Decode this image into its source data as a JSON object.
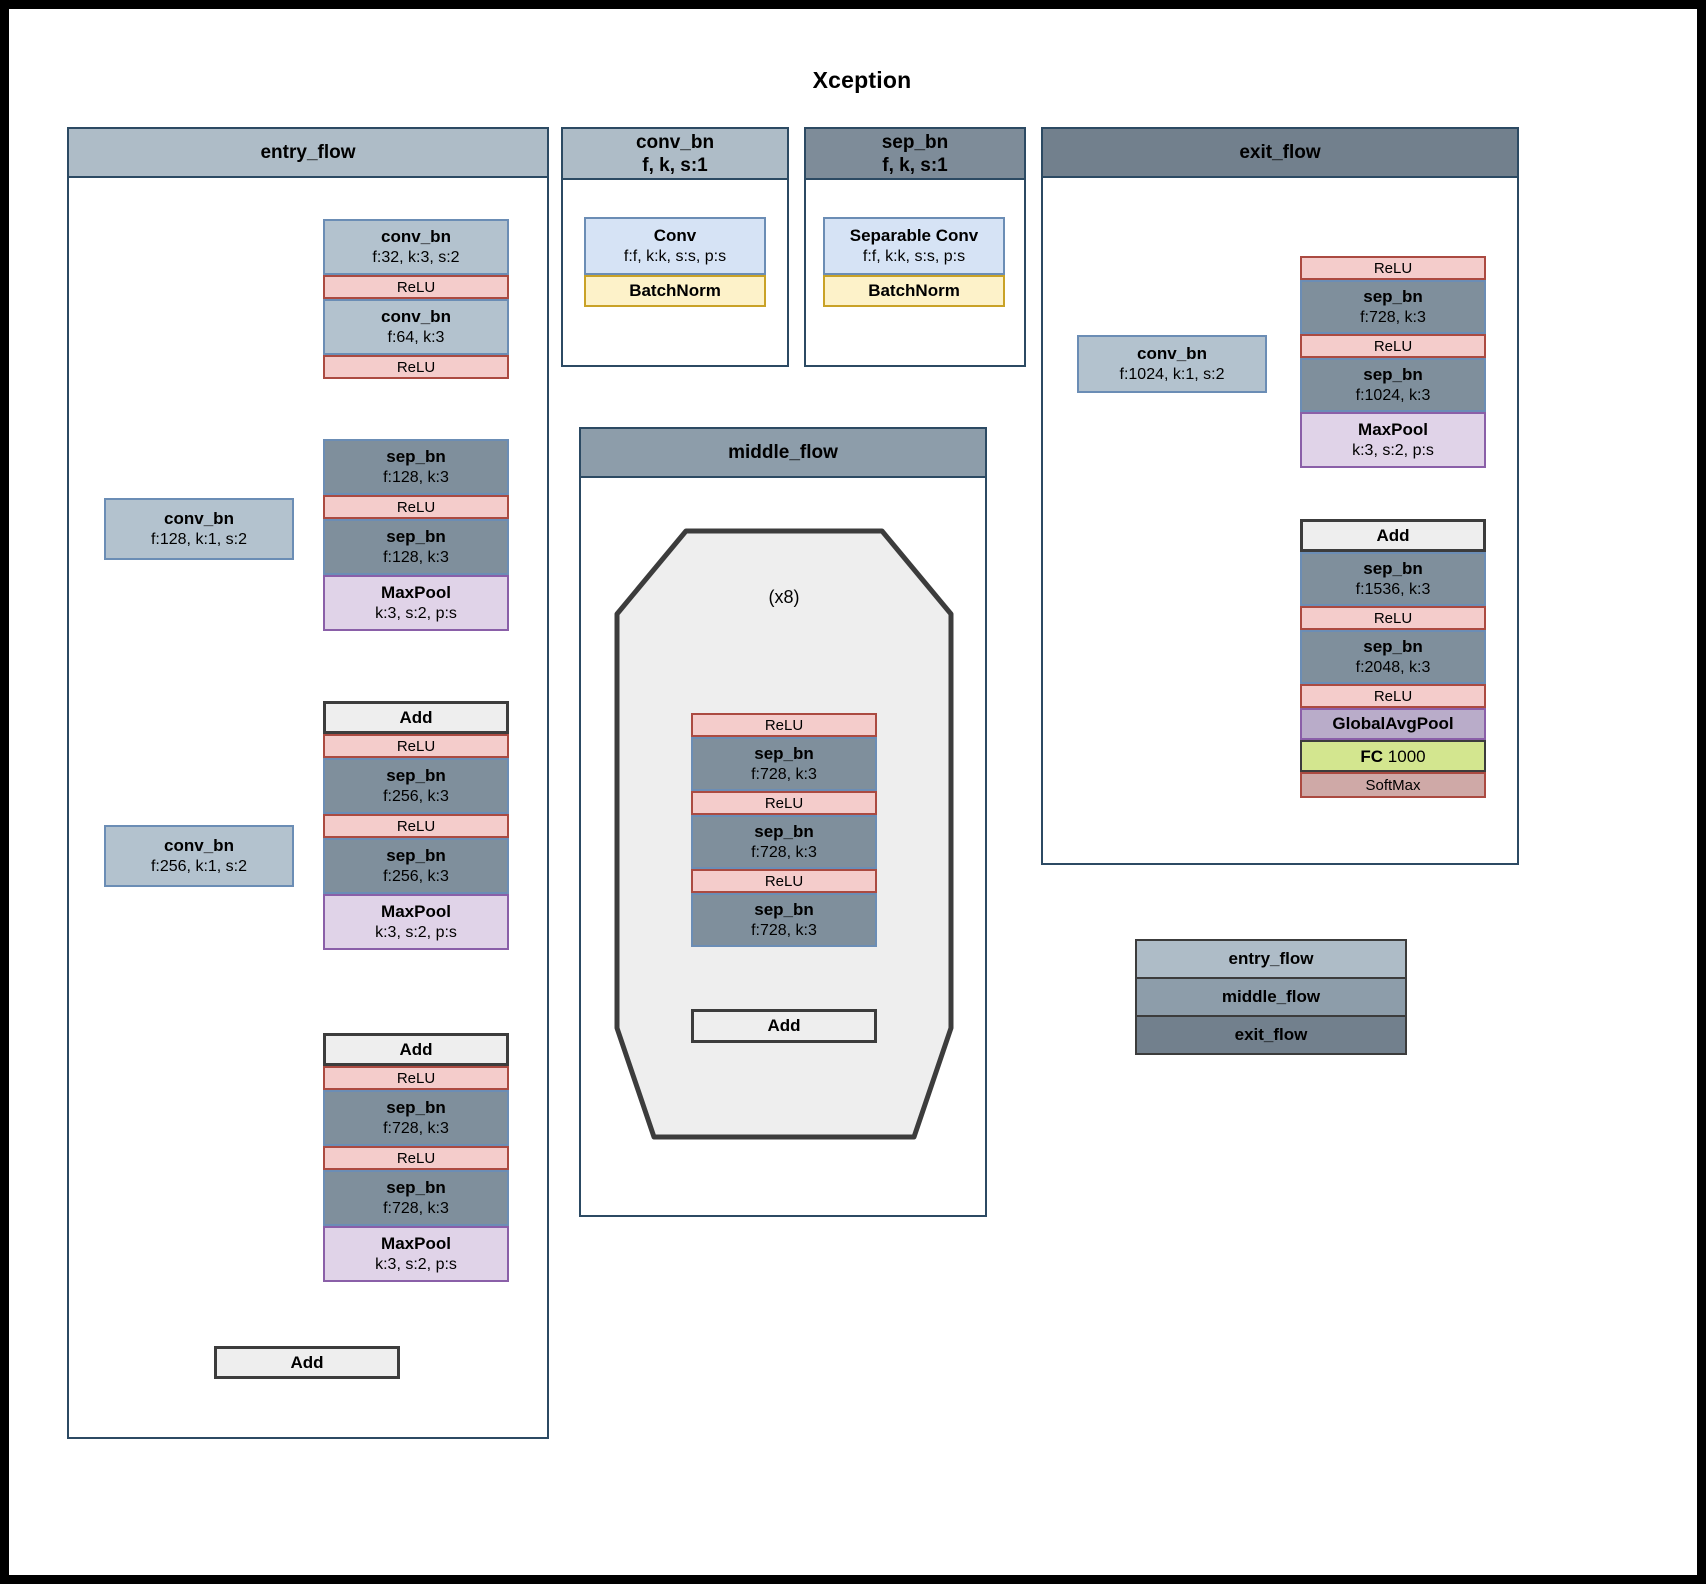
{
  "title": "Xception",
  "colors": {
    "entry_flow": "#aebcc7",
    "middle_flow": "#8d9daa",
    "exit_flow": "#72808d",
    "conv_bn": "#b3c2ce",
    "sep_bn": "#7f8f9c",
    "relu": "#f4cccb",
    "maxpool": "#e0d3e8",
    "add": "#eeeeee",
    "fc": "#d3e68f",
    "softmax": "#cfa9a7",
    "batchnorm": "#fdf2c9",
    "globalavgpool": "#b9acc9",
    "panel_border": "#2c4a63"
  },
  "entry_flow": {
    "header": "entry_flow",
    "main": {
      "block1": [
        {
          "title": "conv_bn",
          "sub": "f:32, k:3, s:2",
          "kind": "conv_bn"
        },
        {
          "title": "ReLU",
          "sub": "",
          "kind": "relu"
        },
        {
          "title": "conv_bn",
          "sub": "f:64, k:3",
          "kind": "conv_bn"
        },
        {
          "title": "ReLU",
          "sub": "",
          "kind": "relu"
        }
      ],
      "block2": [
        {
          "title": "sep_bn",
          "sub": "f:128, k:3",
          "kind": "sep_bn"
        },
        {
          "title": "ReLU",
          "sub": "",
          "kind": "relu"
        },
        {
          "title": "sep_bn",
          "sub": "f:128, k:3",
          "kind": "sep_bn"
        },
        {
          "title": "MaxPool",
          "sub": "k:3, s:2, p:s",
          "kind": "maxpool"
        }
      ],
      "block3": [
        {
          "title": "Add",
          "sub": "",
          "kind": "add"
        },
        {
          "title": "ReLU",
          "sub": "",
          "kind": "relu"
        },
        {
          "title": "sep_bn",
          "sub": "f:256, k:3",
          "kind": "sep_bn"
        },
        {
          "title": "ReLU",
          "sub": "",
          "kind": "relu"
        },
        {
          "title": "sep_bn",
          "sub": "f:256, k:3",
          "kind": "sep_bn"
        },
        {
          "title": "MaxPool",
          "sub": "k:3, s:2, p:s",
          "kind": "maxpool"
        }
      ],
      "block4": [
        {
          "title": "Add",
          "sub": "",
          "kind": "add"
        },
        {
          "title": "ReLU",
          "sub": "",
          "kind": "relu"
        },
        {
          "title": "sep_bn",
          "sub": "f:728, k:3",
          "kind": "sep_bn"
        },
        {
          "title": "ReLU",
          "sub": "",
          "kind": "relu"
        },
        {
          "title": "sep_bn",
          "sub": "f:728, k:3",
          "kind": "sep_bn"
        },
        {
          "title": "MaxPool",
          "sub": "k:3, s:2, p:s",
          "kind": "maxpool"
        }
      ],
      "final_add": {
        "title": "Add",
        "sub": "",
        "kind": "add"
      }
    },
    "shortcuts": [
      {
        "title": "conv_bn",
        "sub": "f:128, k:1, s:2",
        "kind": "conv_bn"
      },
      {
        "title": "conv_bn",
        "sub": "f:256, k:1, s:2",
        "kind": "conv_bn"
      }
    ]
  },
  "conv_bn_legend": {
    "header_line1": "conv_bn",
    "header_line2": "f, k, s:1",
    "nodes": [
      {
        "title": "Conv",
        "sub": "f:f, k:k, s:s, p:s",
        "kind": "conv_light"
      },
      {
        "title": "BatchNorm",
        "sub": "",
        "kind": "batchnorm"
      }
    ]
  },
  "sep_bn_legend": {
    "header_line1": "sep_bn",
    "header_line2": "f, k, s:1",
    "nodes": [
      {
        "title": "Separable Conv",
        "sub": "f:f, k:k, s:s, p:s",
        "kind": "conv_light"
      },
      {
        "title": "BatchNorm",
        "sub": "",
        "kind": "batchnorm"
      }
    ]
  },
  "middle_flow": {
    "header": "middle_flow",
    "repeat_label": "(x8)",
    "nodes": [
      {
        "title": "ReLU",
        "sub": "",
        "kind": "relu"
      },
      {
        "title": "sep_bn",
        "sub": "f:728, k:3",
        "kind": "sep_bn"
      },
      {
        "title": "ReLU",
        "sub": "",
        "kind": "relu"
      },
      {
        "title": "sep_bn",
        "sub": "f:728, k:3",
        "kind": "sep_bn"
      },
      {
        "title": "ReLU",
        "sub": "",
        "kind": "relu"
      },
      {
        "title": "sep_bn",
        "sub": "f:728, k:3",
        "kind": "sep_bn"
      }
    ],
    "add": {
      "title": "Add",
      "sub": "",
      "kind": "add"
    }
  },
  "exit_flow": {
    "header": "exit_flow",
    "shortcut": {
      "title": "conv_bn",
      "sub": "f:1024, k:1, s:2",
      "kind": "conv_bn"
    },
    "main_top": [
      {
        "title": "ReLU",
        "sub": "",
        "kind": "relu"
      },
      {
        "title": "sep_bn",
        "sub": "f:728, k:3",
        "kind": "sep_bn"
      },
      {
        "title": "ReLU",
        "sub": "",
        "kind": "relu"
      },
      {
        "title": "sep_bn",
        "sub": "f:1024, k:3",
        "kind": "sep_bn"
      },
      {
        "title": "MaxPool",
        "sub": "k:3, s:2, p:s",
        "kind": "maxpool"
      }
    ],
    "main_bottom": [
      {
        "title": "Add",
        "sub": "",
        "kind": "add"
      },
      {
        "title": "sep_bn",
        "sub": "f:1536, k:3",
        "kind": "sep_bn"
      },
      {
        "title": "ReLU",
        "sub": "",
        "kind": "relu"
      },
      {
        "title": "sep_bn",
        "sub": "f:2048, k:3",
        "kind": "sep_bn"
      },
      {
        "title": "ReLU",
        "sub": "",
        "kind": "relu"
      },
      {
        "title": "GlobalAvgPool",
        "sub": "",
        "kind": "gap"
      },
      {
        "title": "FC",
        "sub": "1000",
        "kind": "fc"
      },
      {
        "title": "SoftMax",
        "sub": "",
        "kind": "softmax"
      }
    ]
  },
  "legend": {
    "items": [
      {
        "label": "entry_flow",
        "color_class": "lg-entry"
      },
      {
        "label": "middle_flow",
        "color_class": "lg-middle"
      },
      {
        "label": "exit_flow",
        "color_class": "lg-exit"
      }
    ]
  }
}
